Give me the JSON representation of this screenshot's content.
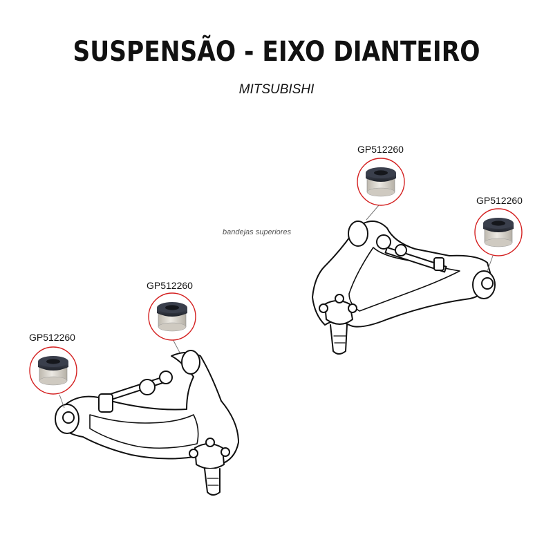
{
  "header": {
    "title": "SUSPENSÃO - EIXO DIANTEIRO",
    "brand": "MITSUBISHI"
  },
  "diagram": {
    "caption": "bandejas superiores",
    "callouts": [
      {
        "part": "GP512260"
      },
      {
        "part": "GP512260"
      },
      {
        "part": "GP512260"
      },
      {
        "part": "GP512260"
      }
    ]
  },
  "colors": {
    "callout_ring": "#d42020",
    "bushing_dark": "#2b2f3a",
    "bushing_metal": "#d8d4cc",
    "line_art": "#111111"
  }
}
